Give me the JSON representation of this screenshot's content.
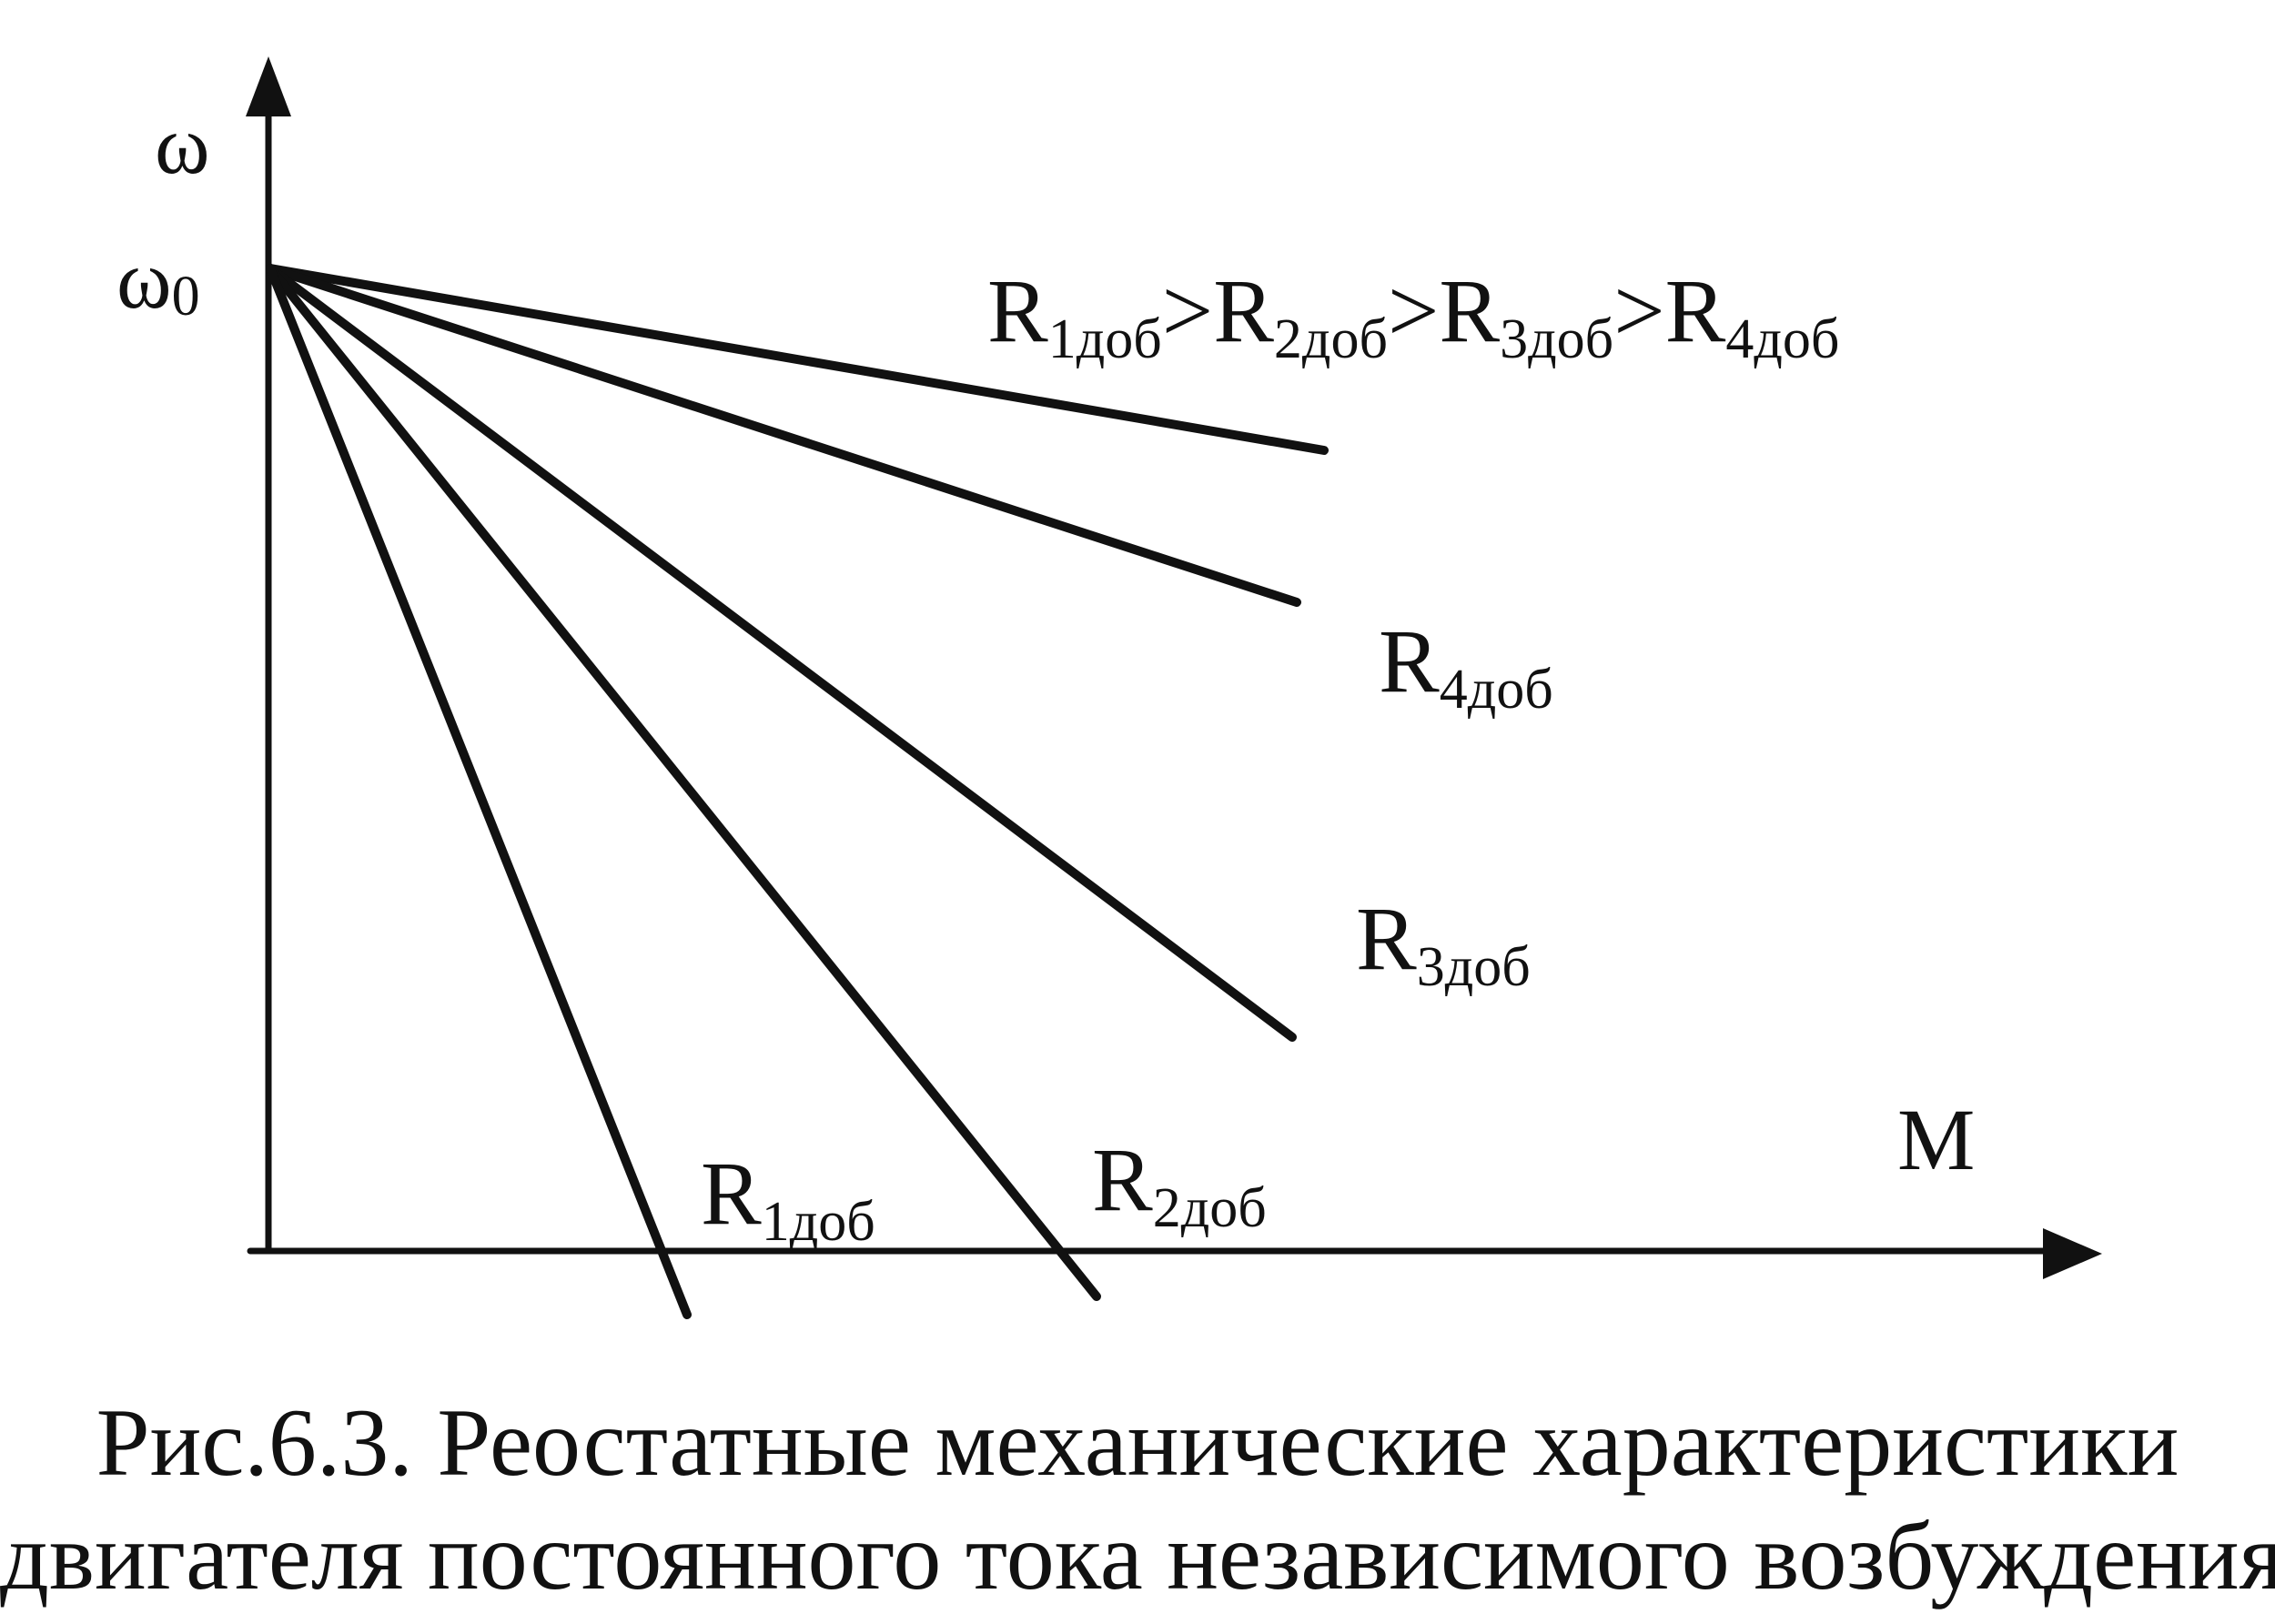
{
  "axes": {
    "y_label": "ω",
    "y0_label": "ω",
    "y0_sub": "0",
    "x_label": "M"
  },
  "inequality": [
    {
      "base": "R",
      "sub": "1доб"
    },
    {
      "op": ">"
    },
    {
      "base": "R",
      "sub": "2доб"
    },
    {
      "op": ">"
    },
    {
      "base": "R",
      "sub": "3доб"
    },
    {
      "op": ">"
    },
    {
      "base": "R",
      "sub": "4доб"
    }
  ],
  "characteristics": [
    {
      "id": "R1",
      "label_base": "R",
      "label_sub": "1доб"
    },
    {
      "id": "R2",
      "label_base": "R",
      "label_sub": "2доб"
    },
    {
      "id": "R3",
      "label_base": "R",
      "label_sub": "3доб"
    },
    {
      "id": "R4",
      "label_base": "R",
      "label_sub": "4доб"
    },
    {
      "id": "natural"
    }
  ],
  "caption": {
    "line1": "Рис.6.3. Реостатные механические характеристики",
    "line2": "двигателя постоянного тока независимого возбуждения"
  }
}
